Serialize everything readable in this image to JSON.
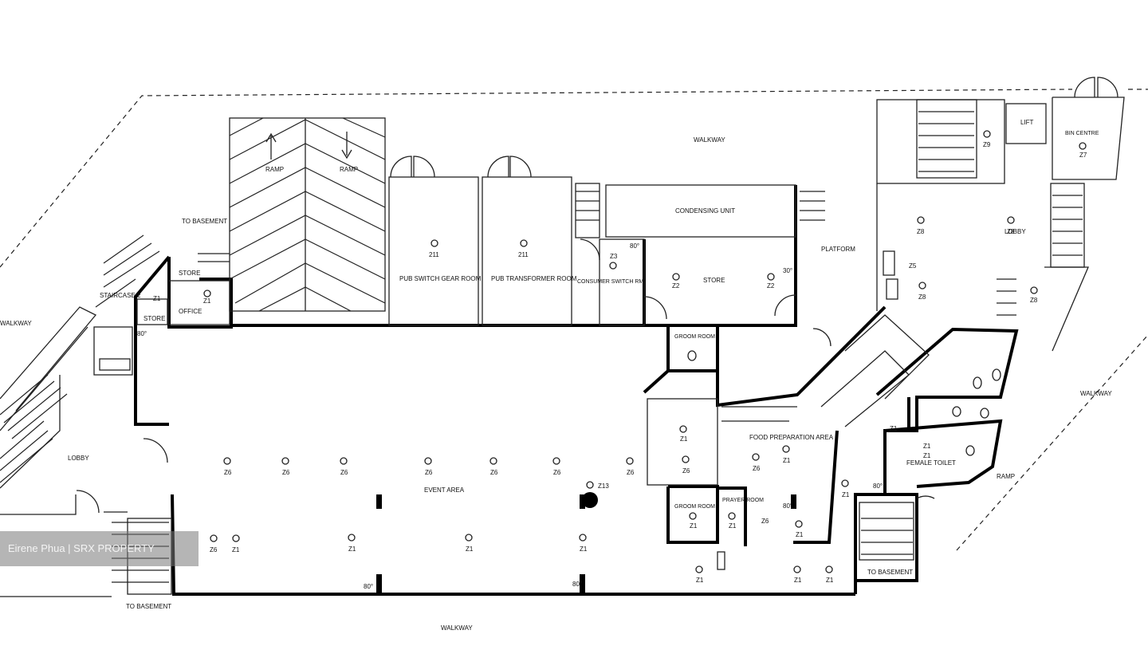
{
  "labels": {
    "walkway_top": "WALKWAY",
    "walkway_left": "WALKWAY",
    "walkway_bottom": "WALKWAY",
    "walkway_right": "WALKWAY",
    "ramp_up": "RAMP",
    "ramp_down": "RAMP",
    "ramp_right": "RAMP",
    "to_basement_top": "TO BASEMENT",
    "to_basement_bottom_left": "TO BASEMENT",
    "to_basement_bottom_right": "TO BASEMENT",
    "staircase": "STAIRCASE 2",
    "store_upper": "STORE",
    "store_lower": "STORE",
    "store_main": "STORE",
    "office": "OFFICE",
    "pub_switch_gear": "PUB SWITCH GEAR ROOM",
    "pub_transformer": "PUB TRANSFORMER ROOM",
    "consumer_switch": "CONSUMER SWITCH RM",
    "condensing_unit": "CONDENSING UNIT",
    "platform": "PLATFORM",
    "lobby_right": "LOBBY",
    "lobby_left": "LOBBY",
    "lift": "LIFT",
    "bin_centre": "BIN CENTRE",
    "groom_room_top": "GROOM ROOM",
    "groom_room_bottom": "GROOM ROOM",
    "prayer_room": "PRAYER ROOM",
    "food_prep": "FOOD PREPARATION AREA",
    "female_toilet": "FEMALE TOILET",
    "event_area": "EVENT AREA"
  },
  "codes": {
    "z211a": "211",
    "z211b": "211",
    "z3": "Z3",
    "z2a": "Z2",
    "z2b": "Z2",
    "z9": "Z9",
    "z7": "Z7",
    "z8a": "Z8",
    "z8b": "Z8",
    "z8c": "Z8",
    "z8d": "Z8",
    "z5": "Z5",
    "z13": "Z13",
    "z1_office": "Z1",
    "z1_store": "Z1",
    "z6_list": [
      "Z6",
      "Z6",
      "Z6",
      "Z6",
      "Z6",
      "Z6",
      "Z6",
      "Z6"
    ],
    "z1_row": [
      "Z1",
      "Z1",
      "Z1",
      "Z1"
    ],
    "z6_bl": "Z6",
    "z1_bl": "Z1",
    "z6_prep": "Z6",
    "z1_prep": "Z1",
    "z1_prep2": "Z1",
    "z1_ft1": "Z1",
    "z1_ft2": "Z1",
    "z1_groom": "Z1",
    "z1_prayer": "Z1",
    "z6_prayer": "Z6",
    "z1_pr2": "Z1",
    "z1_bot1": "Z1",
    "z1_bot2": "Z1",
    "z1_bot3": "Z1",
    "z1_side": "Z1"
  },
  "dims": {
    "d1": "80°",
    "d2": "80°",
    "d3": "80°",
    "d4": "80°",
    "d5": "80°",
    "d6": "80°",
    "d7": "30°"
  },
  "watermark": "Eirene Phua | SRX PROPERTY"
}
